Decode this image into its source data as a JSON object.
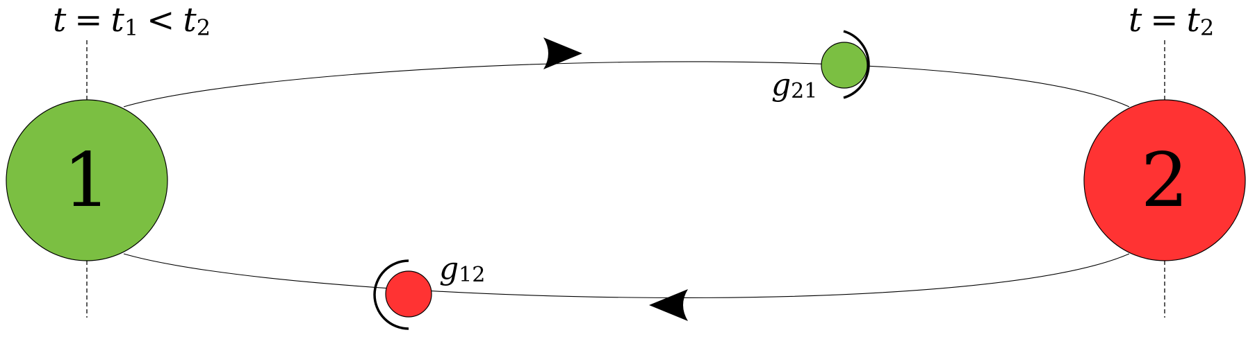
{
  "colors": {
    "green": "#7bbf42",
    "red": "#ff3333",
    "stroke": "#000000"
  },
  "labels": {
    "time_left": {
      "t": "t",
      "eq": "=",
      "t1": "t",
      "t1_sub": "1",
      "lt": "<",
      "t2": "t",
      "t2_sub": "2"
    },
    "time_right": {
      "t": "t",
      "eq": "=",
      "t2": "t",
      "t2_sub": "2"
    },
    "node1": "1",
    "node2": "2",
    "g21": {
      "base": "g",
      "sub": "21"
    },
    "g12": {
      "base": "g",
      "sub": "12"
    }
  },
  "icons": {
    "arrow_top": "arrowhead-right-icon",
    "arrow_bottom": "arrowhead-left-icon",
    "emission_top": "emission-arc-icon",
    "emission_bottom": "emission-arc-icon"
  }
}
